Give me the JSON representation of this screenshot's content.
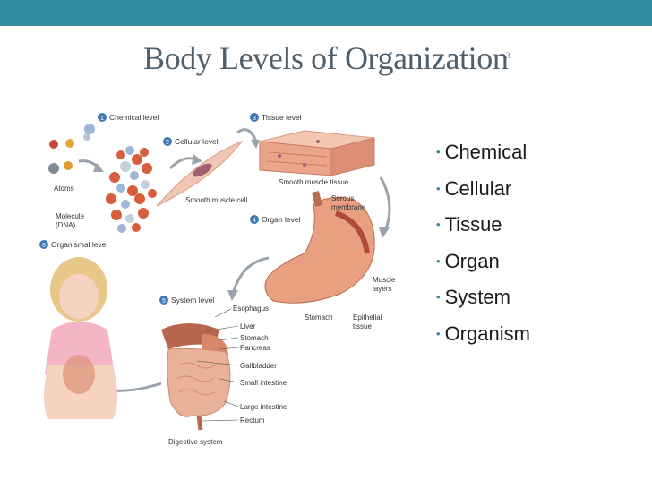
{
  "header": {
    "accent_color": "#2f8a9f"
  },
  "slide": {
    "title": "Body Levels of Organization",
    "number": "3"
  },
  "bullets": [
    "Chemical",
    "Cellular",
    "Tissue",
    "Organ",
    "System",
    "Organism"
  ],
  "figure": {
    "levels": [
      {
        "num": "1",
        "label": "Chemical level"
      },
      {
        "num": "2",
        "label": "Cellular level"
      },
      {
        "num": "3",
        "label": "Tissue level"
      },
      {
        "num": "4",
        "label": "Organ level"
      },
      {
        "num": "5",
        "label": "System level"
      },
      {
        "num": "6",
        "label": "Organismal level"
      }
    ],
    "labels": {
      "atoms": "Atoms",
      "molecule_line1": "Molecule",
      "molecule_line2": "(DNA)",
      "smooth_muscle_cell": "Smooth muscle cell",
      "smooth_muscle_tissue": "Smooth muscle tissue",
      "serous_line1": "Serous",
      "serous_line2": "membrane",
      "muscle_line1": "Muscle",
      "muscle_line2": "layers",
      "stomach": "Stomach",
      "epithelial_line1": "Epithelial",
      "epithelial_line2": "tissue",
      "digestive_system": "Digestive system"
    },
    "system_organs": [
      "Esophagus",
      "Liver",
      "Stomach",
      "Pancreas",
      "Gallbladder",
      "Small intestine",
      "Large intestine",
      "Rectum"
    ]
  }
}
